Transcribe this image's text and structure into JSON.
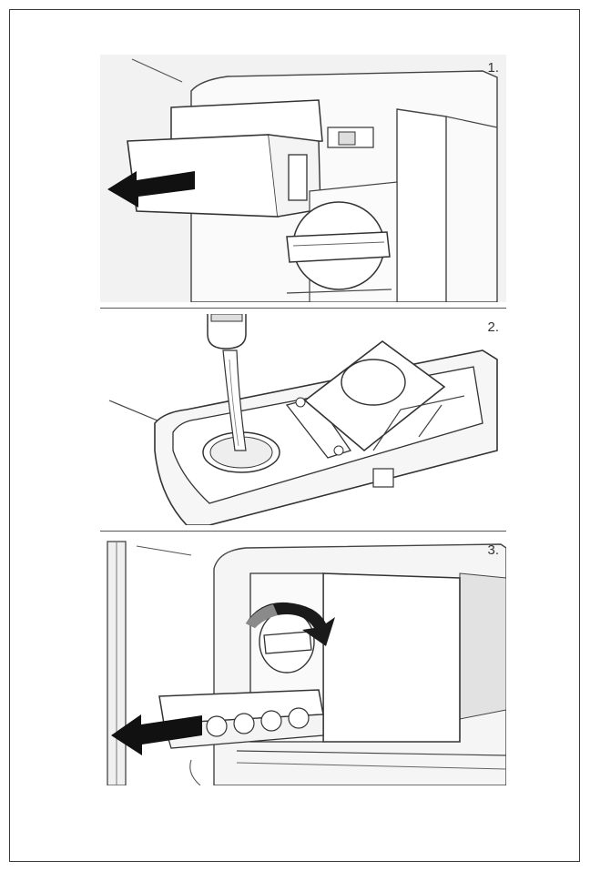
{
  "steps": [
    {
      "label": "1."
    },
    {
      "label": "2."
    },
    {
      "label": "3."
    }
  ],
  "colors": {
    "line": "#333333",
    "arrow": "#111111",
    "rotate_dark": "#1a1a1a",
    "rotate_light": "#8a8a8a",
    "shade": "#e6e6e6",
    "paper": "#ffffff"
  }
}
